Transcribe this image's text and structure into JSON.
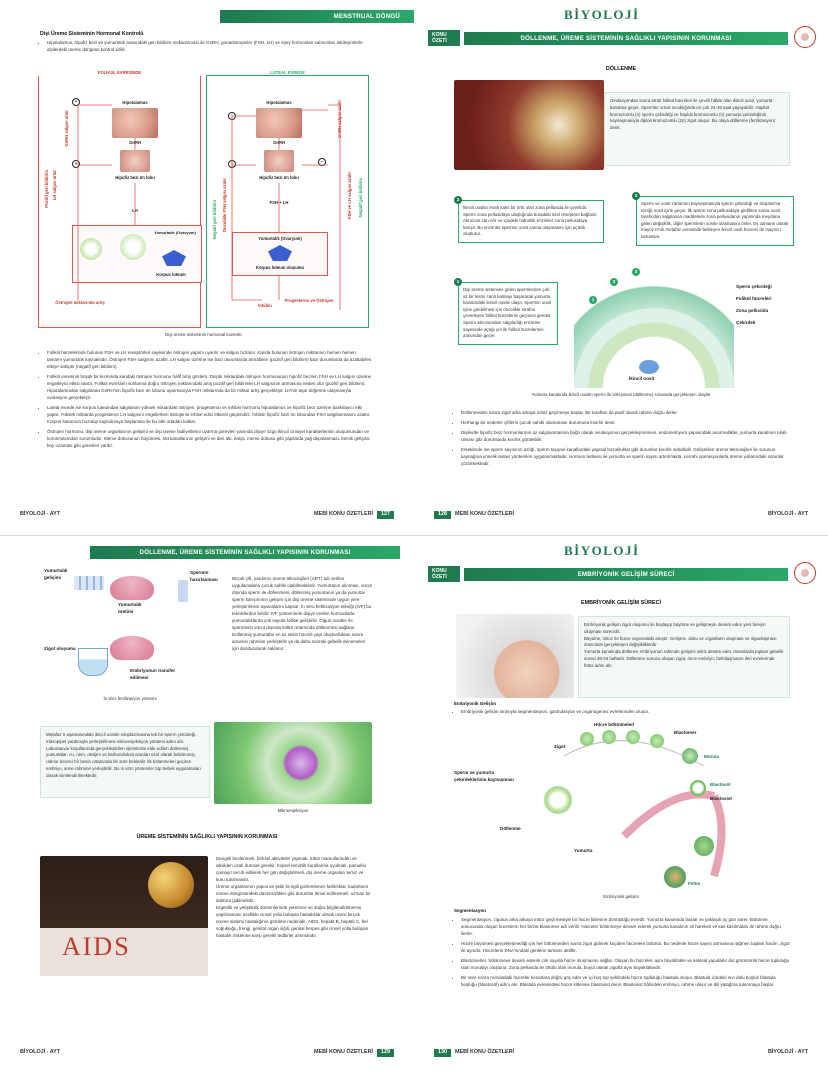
{
  "p1": {
    "bar": "MENSTRUAL DÖNGÜ",
    "heading": "Dişi Üreme Sisteminin Hormonal Kontrolü",
    "intro": "Hipotalamus, hipofiz bezi ve yumurtalık arasındaki geri bildirim mekanizması ile GnRH, gonadotropinler (FSH, LH) ve eşey hormonları salınımları etkileşimlerle dişilerdeki üreme döngüsü kontrol edilir.",
    "diagram": {
      "left_title": "FOLİKÜL EVRESİNDE",
      "right_title": "LUTEAL EVREDE",
      "hipotalamus": "Hipotalamus",
      "gnrh": "GnRH",
      "hipofiz": "Hipofiz bezi ön lobu",
      "lh": "LH",
      "fsh_lh": "FSH + LH",
      "yumurtalik": "Yumurtalık (Ovaryum)",
      "korpus": "Korpus luteum",
      "korpus_ov": "Korpus luteum oluşumu",
      "ostrojen": "Östrojen miktarında artış",
      "inhibin": "İnhibin",
      "prog": "Progesteron ve Östrojen",
      "pos": "Pozitif geri bildirim",
      "lh_art": "LH salgısı artar",
      "gnrh_art": "GnRH salgısı artar",
      "neg": "Negatif geri bildirim",
      "fsh_az": "Öncelikle FSH salgısı azalır",
      "gnrh_az": "GnRH salgısı azalır",
      "fsh_lh_az": "FSH ve LH salgısı azalır",
      "plus": "+",
      "minus": "−",
      "caption": "Dişi üreme sisteminin hormonal kontrolü"
    },
    "bullets": [
      "Folikül hücrelerinde bulunan FSH ve LH reseptörleri sayesinde östrojen yapımı uyarılır ve salgısı hızlanır. Kanda bulunan östrojen miktarının hemen hemen tamamı yumurtalık kaynaklıdır. Östrojen FSH salgısını azaltır. LH salgısı üzerine ise bazı durumlarda artırabilen (pozitif geri bildirim) bazı durumlarda da azaltabilen etkiye sahiptir (negatif geri bildirim).",
      "Folikül evresinin büyük bir kısmında kandaki östrojen hormonu hafif artış gösterir. Düşük miktardaki östrojen hormonunun hipofiz bezinin FSH ve LH salgısı üzerine engelleyici etkisi vardır. Folikül evresinin sonlarına doğru östrojen miktarındaki artış pozitif geri bildirimle LH salgısının artmasına neden olur (pozitif geri bildirim). Hipotalamustan salgılanan GnRH'nin hipofiz bezi ön lobunu uyarmasıyla FSH miktarında da bir miktar artış gerçekleşir. LH'nin tepe değerine ulaşmasıyla ovulasyon gerçekleşir.",
      "Luteal evrede ise korpus luteumdan salgılanan yüksek miktardaki östrojen, progesteron ve inhibin hormonu hipotalamus ve hipofiz bezi üzerine baskılayıcı etki yapar. Yüksek miktarda progesteron LH salgısını engellerken östrojenin inhibe edici etkisini güçlendirir. İnhibin hipofiz bezi ön lobundan FSH salgılanmasını azaltır. Korpus luteumun bozulup kaybolmaya başlaması ile bu etki ortadan kalkar.",
      "Östrojen hormonu, dişi üreme organlarının gelişimi ve dişi üreme faaliyetlerini uyarma görevleri yanında dişiye özgü ikincil cinsiyet karakterlerinin oluşumundan ve korunmasından sorumludur. Meme dokusunun büyümesi, süt kanallarının gelişimi ve deri altı, kalça, meme dokusu gibi yapılarda yağ depolanması, kemik gelişimi, boy uzaması gibi görevleri vardır."
    ],
    "footer_l": "BİYOLOJİ - AYT",
    "footer_r": "MEBİ KONU ÖZETLERİ",
    "num": "127"
  },
  "p2": {
    "brand": "BİYOLOJİ",
    "konu": "KONU ÖZETİ",
    "bar": "DÖLLENME, ÜREME SİSTEMİNİN SAĞLIKLI YAPISININ KORUNMASI",
    "title": "DÖLLENME",
    "intro": "Ovulasyondan sonra etrafı folikül hücreleri ile çevrili hâlde olan ikincil oosit, yumurta kanalına geçer. Spermler vücut sıcaklığında en çok 24-48 saat yaşayabilir. Haploit kromozomlu (n) sperm çekirdeği ve haploit kromozomlu (n) yumurta çekirdeğinin kaynaşmasıyla diploit kromozomlu (2n) zigot oluşur. Bu olaya döllenme (fertilizasyon) denir.",
    "c1": "Dişi üreme sistemine gelen spermlerden çok az bir kısmı canlı kalmayı başararak yumurta kanalındaki ikincil oosite ulaşır. Spermin oosit içine girebilmesi için öncelikle etrafını çevreleyen folikül hücrelerini geçmesi gerekir. Sperm akrozomdan salgıladığı enzimler sayesinde açtığı yol ile folikül hücrelerinin arasından geçer.",
    "c2": "İkincil oositin etrafı kalın bir örtü olan zona pellusida ile çevrilidir. Sperm zona pellusidaya ulaştığında buradaki özel reseptöre bağlanır. Akrozom zarı erir ve içindeki hidrolitik enzimler zona pellusidaya karışır. Bu enzimler spermin oosit zarına ulaşmasını için açıklık oluşturur.",
    "c3": "Sperm ve oosit zarlarının kaynaşmasıyla sperm çekirdeği ve sitoplazma içeriği oosit içine geçer. İlk sperm zona pellusidaya girdikten sonra oosit tarafından salgılanan maddelerle zona pellusidanın yapısında meydana gelen değişiklik, diğer spermlerin oosite ulaşmasını önler. Eş zamanlı olarak mayoz II'nin metafaz evresinde bekleyen ikincil oosit hücresi de mayozu tamamlar.",
    "lbl_sperm": "Sperm çekirdeği",
    "lbl_fol": "Folikül hücreleri",
    "lbl_zona": "Zona pellusida",
    "lbl_cek": "Çekirdek",
    "lbl_oosit": "İkincil oosit",
    "n1": "1",
    "n2": "2",
    "n3": "3",
    "caption": "Yumurta kanalında ikincil oositin sperm ile birleşmesi (döllenme) sırasında gerçekleşen olaylar",
    "bullets": [
      "Döllenmeden sonra zigot arka arkaya mitoz geçirmeye başlar. Bir taraftan da pasif olarak rahme doğru ilerler.",
      "Herhangi bir nedenle çiftlerin çocuk sahibi olamaması durumuna kısırlık denir.",
      "Dişilerde hipofiz bezi hormonlarının az salgılanmasına bağlı olarak ovulasyonun gerçekleşmemesi, endometriyum yapısındaki anormallikler, yumurta kanalının tıkalı olması gibi durumlarda kısırlık görülebilir.",
      "Erkeklerde ise sperm sayısının azlığı, sperm taşıyan kanallardaki yapısal bozukluklar gibi durumlar kısırlık sebebidir. Geliştirilen üreme teknolojileri ile sorunun kaynağına yönelik tedavi yöntemleri uygulanmaktadır. Hormon tedavisi ile yumurta ve sperm sayısı artırılmakta, cerrahi operasyonlarla üreme yollarındaki sorunlar çözülmektedir."
    ],
    "footer_l": "MEBİ KONU ÖZETLERİ",
    "footer_r": "BİYOLOJİ - AYT",
    "num": "128"
  },
  "p3": {
    "bar": "DÖLLENME, ÜREME SİSTEMİNİN SAĞLIKLI YAPISININ KORUNMASI",
    "ivf": {
      "a": "Yumurtalık gelişimi",
      "b": "Spermin hazırlanması",
      "c": "Yumurtalık üretimi",
      "d": "Zigot oluşumu",
      "e": "Embriyonun transfer edilmesi",
      "cap": "İn vitro fertilizasyon yöntemi"
    },
    "ivf_text": "Birçok çift, yardımcı üreme teknolojileri (ART) adı verilen uygulamalarla çocuk sahibi olabilmektedir. Yumurtanın alınması, vücut dışında sperm ile döllenmesi, döllenmiş yumurtanın ya da yumurta-sperm karışımının gelişim için dişi üreme sisteminde uygun yere yerleştirilmesi aşamalarını kapsar. İn vitro fertilizasyon tekniği (IVF) bu tekniklerden biridir. IVF yönteminde dişiye verilen hormonlarla yumurtalıklarda çok sayıda folikül geliştirilir. Olgun oositler ile spermlerin vücut dışında kültür ortamında döllenmesi sağlanır. Döllenmiş yumurtalar en az sekiz hücreli yapı oluşturduktan sonra annenin rahmine yerleştirilir ya da daha sonraki gebelik denemeleri için dondurularak saklanır.",
    "micro_text": "Metafaz II aşamasındaki ikincil oositin sitoplazmasına tek bir sperm çekirdeği, mikropipet yardımıyla yerleştirilmesi mikroenjeksiyon yöntemi adını alır. Laboratuvar koşullarında gerçekleştirilen işlemlerde elde edilen döllenmiş yumurtalar; ısı, nem, oksijen ve karbondioksit oranları özel olarak belirlenmiş, rahme benzer bir besin ortamında bir süre bekletilir. İlk bölünmeleri geçiren embriyo, anne rahmine yerleştirilir. Bu in vitro yöntemler tüp bebek uygulamaları olarak isimlendirilmektedir.",
    "micro_cap": "Mikroenjeksiyon",
    "h2": "ÜREME SİSTEMİNİN SAĞLIKLI YAPISININ KORUNMASI",
    "aids": "AIDS",
    "health_text": "Dengeli beslenmek, fiziksel aktiviteler yapmak, tütün mamullerinden ve alkolden uzak durmak gerekir. Kişisel temizlik kurallarına uyulmalı, pamuklu çamaşır tercih edilerek her gün değiştirilmeli, dış üreme organları temiz ve kuru tutulmalıdır.\nÜreme organlarının yapısı ve şekli ile ilgili gözlemlenen farklılıklar, kadınların üreme döngüsündeki düzensizlikler gibi durumlar ihmal edilmemeli, uzman bir doktora gidilmelidir.\nErgenlik ve yetişkinlik dönemlerinde yeterince ve doğru bilgilendirilmemiş yapılmaması özellikle cinsel yolla bulaşan hastalıklar olmak üzere birçok üreme sistemi hastalığının görülme nedenidir. AIDS, hepatit B, hepatit C, bel soğukluğu, frengi, genital organ siğili, genital herpes gibi cinsel yolla bulaşan hastalık risklerine karşı gerekli tedbirler alınmalıdır.",
    "footer_l": "BİYOLOJİ - AYT",
    "footer_r": "MEBİ KONU ÖZETLERİ",
    "num": "129"
  },
  "p4": {
    "brand": "BİYOLOJİ",
    "konu": "KONU ÖZETİ",
    "bar": "EMBRİYONİK GELİŞİM SÜRECİ",
    "title": "EMBRİYONİK GELİŞİM SÜRECİ",
    "intro": "Embriyonik gelişim zigot oluşumu ile başlayıp büyüme ve gelişmeyle devam eden yeni bireyin oluşması sürecidir.\nBüyüme, mitoz ile hücre sayısındaki artıştır. Gelişme, doku ve organların oluşması ve olgunlaşması sürecinde gerçekleşen değişikliklerdir.\nYumurta kanalında döllenen embriyonun rahimde gelişimi sekiz devam eder. İnsanlarda toplam gebelik süresi 38-40 haftadır. Döllenme sonucu oluşan zigot, önce embriyo; farklılaşmanın ileri evrelerinde fetüs adını alır.",
    "sub1": "Embriyonik Gelişim",
    "b1": "Embriyonik gelişim sırasıyla segmentasyon, gastrulasyon ve organogenez evrelerinden oluşur.",
    "lbl": {
      "hucre": "Hücre bölünmeleri",
      "blast": "Blastomer",
      "morula": "Morula",
      "blastosil": "Blastosöl",
      "blastosist": "Blastosist",
      "zigot": "Zigot",
      "sperm": "Sperm ve yumurta çekirdeklerinin kaynaşması",
      "dollenme": "Döllenme",
      "yumurta": "Yumurta",
      "embriyo": "Embriyo",
      "fetus": "Fetüs"
    },
    "cap": "Embriyonik gelişim",
    "sub2": "Segmentasyon",
    "bullets": [
      "Segmentasyon, zigotun arka arkaya mitoz geçirmesiyle bir hücre kitlesine dönüştüğü evredir. Yumurta kanalında başlar ve yaklaşık üç gün sürer. Bölünme sonucunda oluşan hücrelerin her birine blastomer adı verilir. Hücreler bölünmeye devam ederek yumurta kanalının sil hareketi ve kas kasılmaları ile rahme doğru ilerler.",
      "Hücre büyümesi gerçekleşmediği için her bölünmeden sonra zigot giderek küçülen hücrelere bölünür. Bu nedenle hücre sayısı artmasına rağmen toplam hacim, zigot ile aynıdır. Hücrelerin DNA'sındaki genlerin tamamı aktiftir.",
      "Blastomerler, bölünmeye devam ederek çok sayıda hücre oluşmasını sağlar. Oluşan bu hücreler, aynı büyüklükte ve kalıtsal yapıdadır dut görünümlü hücre topluluğu olan morulayı oluşturur. Zona pellusida ile örtülü olan morula, boyut olarak zigotla aynı büyüklüktedir.",
      "Bir süre sonra moruladaki hücreler kenarlara doğru göç eder ve içi boş top şeklindeki hücre topluluğu blastula oluşur. Blastula içindeki sıvı dolu boşluk blastula boşluğu (blastosöl) adını alır. Blastula evresindeki hücre kitlesine blastosist denir. Blastosist hâlindeki embriyo, rahme ulaşır ve dili yatağına tutunmaya başlar."
    ],
    "footer_l": "MEBİ KONU ÖZETLERİ",
    "footer_r": "BİYOLOJİ - AYT",
    "num": "130"
  }
}
